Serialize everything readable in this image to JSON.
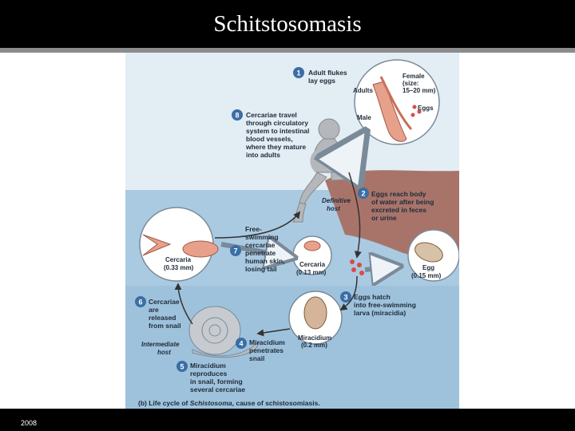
{
  "slide": {
    "title": "Schitstosomasis",
    "footer_year": "2008"
  },
  "diagram": {
    "steps": [
      {
        "num": "1",
        "lines": [
          "Adult flukes",
          "lay eggs"
        ]
      },
      {
        "num": "2",
        "lines": [
          "Eggs reach body",
          "of water after being",
          "excreted in feces",
          "or urine"
        ]
      },
      {
        "num": "3",
        "lines": [
          "Eggs hatch",
          "into free-swimming",
          "larva (miracidia)"
        ]
      },
      {
        "num": "4",
        "lines": [
          "Miracidium",
          "penetrates",
          "snail"
        ]
      },
      {
        "num": "5",
        "lines": [
          "Miracidium",
          "reproduces",
          "in snail, forming",
          "several cercariae"
        ]
      },
      {
        "num": "6",
        "lines": [
          "Cercariae",
          "are",
          "released",
          "from snail"
        ]
      },
      {
        "num": "7",
        "lines": [
          "Free-",
          "swimming",
          "cercariae",
          "penetrate",
          "human skin,",
          "losing tail"
        ]
      },
      {
        "num": "8",
        "lines": [
          "Cercariae travel",
          "through circulatory",
          "system to intestinal",
          "blood vessels,",
          "where they mature",
          "into adults"
        ]
      }
    ],
    "labels": {
      "female": [
        "Female",
        "(size:",
        "15–20 mm)"
      ],
      "adults": "Adults",
      "male": "Male",
      "eggs": "Eggs",
      "definitive_host": [
        "Definitive",
        "host"
      ],
      "egg": [
        "Egg",
        "(0.15 mm)"
      ],
      "cercaria_large": [
        "Cercaria",
        "(0.33 mm)"
      ],
      "cercaria_small": [
        "Cercaria",
        "(0.13 mm)"
      ],
      "miracidium": [
        "Miracidium",
        "(0.2 mm)"
      ],
      "intermediate_host": [
        "Intermediate",
        "host"
      ]
    },
    "caption": {
      "prefix": "(b) Life cycle of ",
      "italic": "Schistosoma",
      "suffix": ", cause of schistosomiasis."
    },
    "colors": {
      "background": "#d3e3ee",
      "water": "#9ec2dc",
      "land": "#a8746a",
      "step_badge": "#3a6ea5",
      "eggs": "#d94a4a"
    }
  }
}
